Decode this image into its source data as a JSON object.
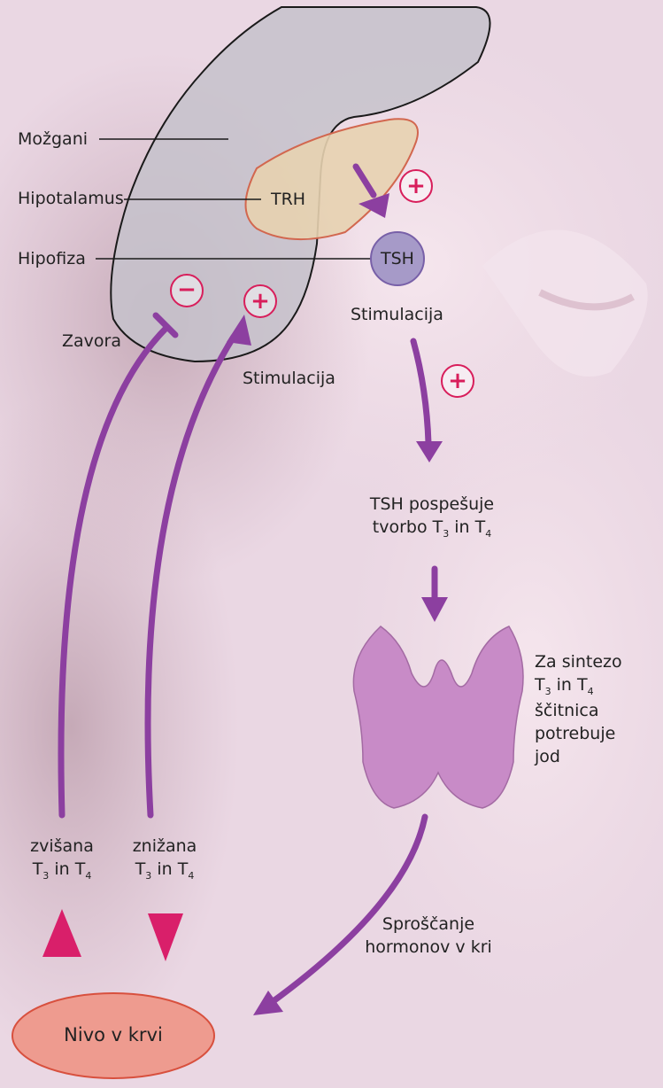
{
  "labels": {
    "mozgani": "Možgani",
    "hipotalamus": "Hipotalamus",
    "hipofiza": "Hipofiza",
    "trh": "TRH",
    "tsh": "TSH",
    "zavora": "Zavora",
    "stimulacija_tsh": "Stimulacija",
    "stimulacija_feedback": "Stimulacija",
    "tsh_pospesuje_line1": "TSH pospešuje",
    "tsh_pospesuje_line2_prefix": "tvorbo T",
    "sub_3": "3",
    "sub_4": "4",
    "in_word": " in T",
    "za_sintezo_line1": "Za sintezo",
    "za_sintezo_line2_prefix": "T",
    "scitnica": "ščitnica",
    "potrebuje": "potrebuje",
    "jod": "jod",
    "zvisana": "zvišana",
    "znizana": "znižana",
    "t_prefix": "T",
    "sproscanje_line1": "Sproščanje",
    "sproscanje_line2": "hormonov v kri",
    "nivo_v_krvi": "Nivo v krvi"
  },
  "symbols": {
    "plus": "+",
    "minus": "−"
  },
  "colors": {
    "background": "#ead7e3",
    "arrow_purple": "#8c3fa0",
    "brain_fill": "#c6c2cb",
    "hypothalamus_fill": "#e7d2b0",
    "hypothalamus_stroke": "#d2674f",
    "tsh_fill": "#a69ac8",
    "thyroid_fill": "#c88bc7",
    "sign_red": "#d81e5b",
    "blood_fill": "#ee9b8f",
    "blood_stroke": "#d8503e",
    "triangle": "#d91f6a"
  }
}
